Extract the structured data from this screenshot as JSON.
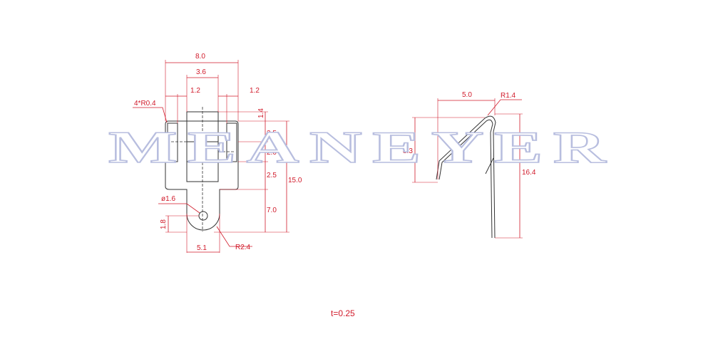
{
  "front_view": {
    "dims": {
      "width_overall": "8.0",
      "width_center": "3.6",
      "width_left_tab": "1.2",
      "width_right_tab": "1.2",
      "corner_radius": "4*R0.4",
      "hole_diameter": "ø1.6",
      "hole_offset": "1.8",
      "tail_width": "5.1",
      "tail_radius": "R2.4",
      "v_top": "1.4",
      "v_a": "3.5",
      "v_b": "2.0",
      "v_c": "2.5",
      "v_d": "7.0",
      "v_total": "15.0"
    }
  },
  "side_view": {
    "dims": {
      "bend_width": "5.0",
      "bend_radius": "R1.4",
      "bend_height": "8.3",
      "total_height": "16.4"
    }
  },
  "thickness": "t=0.25",
  "watermark": "MEANEYER",
  "colors": {
    "dimension": "#d11a2a",
    "part": "#333333",
    "watermark_stroke": "#b8bedf"
  }
}
